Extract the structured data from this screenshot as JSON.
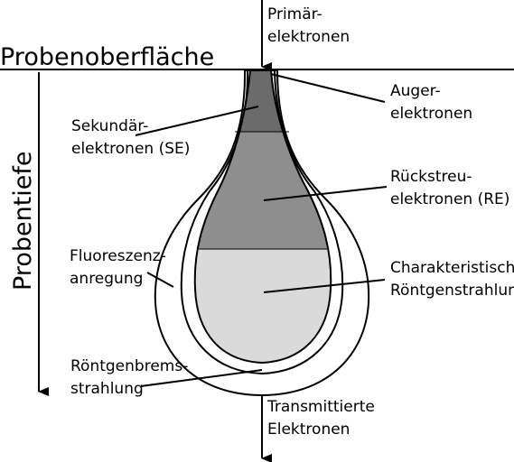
{
  "surface_label": "Probenoberfläche",
  "depth_label": "Probentiefe",
  "primary": {
    "line1": "Primär-",
    "line2": "elektronen"
  },
  "auger": {
    "line1": "Auger-",
    "line2": "elektronen"
  },
  "secondary": {
    "line1": "Sekundär-",
    "line2": "elektronen (SE)"
  },
  "backscatter": {
    "line1": "Rückstreu-",
    "line2": "elektronen (RE)"
  },
  "fluorescence": {
    "line1": "Fluoreszenz-",
    "line2": "anregung"
  },
  "characteristic": {
    "line1": "Charakteristische",
    "line2": "Röntgenstrahlung"
  },
  "bremsstrahlung": {
    "line1": "Röntgenbrems-",
    "line2": "strahlung"
  },
  "transmitted": {
    "line1": "Transmittierte",
    "line2": "Elektronen"
  },
  "colors": {
    "secondary_zone": "#6b6b6b",
    "backscatter_zone": "#8e8e8e",
    "xray_zone": "#dadada",
    "outline": "#000000"
  }
}
